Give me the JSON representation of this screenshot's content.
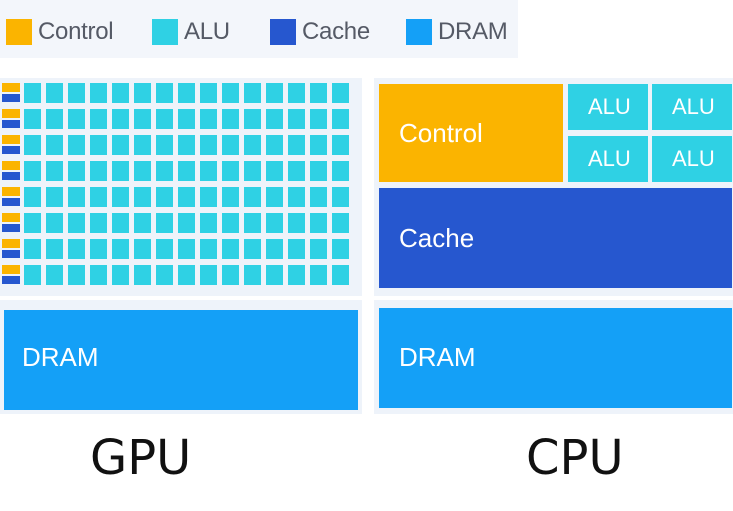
{
  "legend": {
    "items": [
      {
        "label": "Control",
        "color": "#fbb400"
      },
      {
        "label": "ALU",
        "color": "#2fd1e4"
      },
      {
        "label": "Cache",
        "color": "#2657cf"
      },
      {
        "label": "DRAM",
        "color": "#14a0f7"
      }
    ]
  },
  "gpu": {
    "caption": "GPU",
    "dram_label": "DRAM",
    "alu_rows": 8,
    "alu_cols": 15
  },
  "cpu": {
    "caption": "CPU",
    "control_label": "Control",
    "alu_labels": [
      "ALU",
      "ALU",
      "ALU",
      "ALU"
    ],
    "cache_label": "Cache",
    "dram_label": "DRAM"
  },
  "colors": {
    "control": "#fbb400",
    "alu": "#2fd1e4",
    "cache": "#2657cf",
    "dram": "#14a0f7",
    "panel": "#eef3fa"
  }
}
